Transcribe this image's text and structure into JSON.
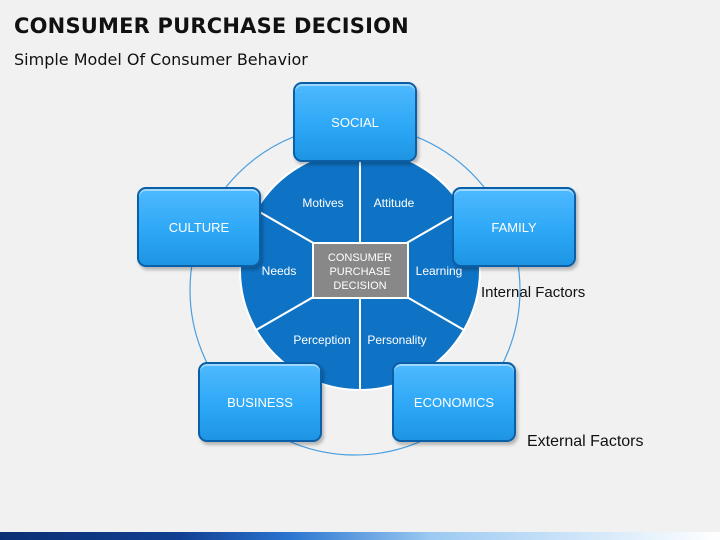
{
  "title": "CONSUMER PURCHASE DECISION",
  "subtitle": "Simple Model Of Consumer Behavior",
  "center": {
    "lines": [
      "CONSUMER",
      "PURCHASE",
      "DECISION"
    ]
  },
  "internal_factors": {
    "label": "Internal Factors",
    "segments": [
      "Motives",
      "Attitude",
      "Learning",
      "Personality",
      "Perception",
      "Needs"
    ]
  },
  "external_factors": {
    "label": "External Factors",
    "boxes": {
      "social": "SOCIAL",
      "family": "FAMILY",
      "culture": "CULTURE",
      "business": "BUSINESS",
      "economics": "ECONOMICS"
    }
  },
  "colors": {
    "segment_fill": "#0f73c5",
    "segment_border": "#ffffff",
    "center_fill": "#888888",
    "box_fill": "#2aa6f5",
    "ring": "#4a9fe0"
  }
}
